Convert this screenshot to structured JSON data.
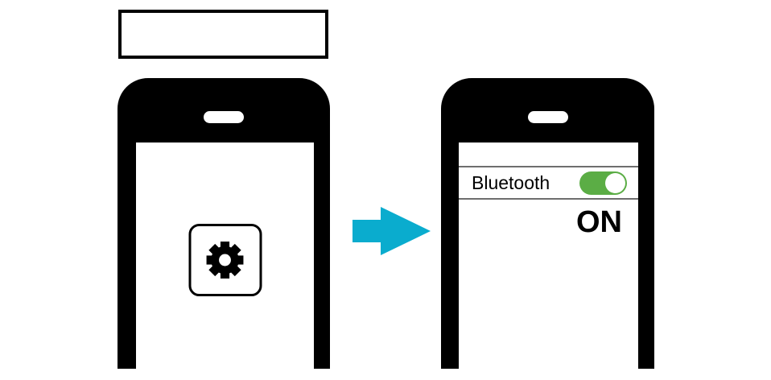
{
  "colors": {
    "phone-black": "#000000",
    "arrow-cyan": "#0aacce",
    "toggle-green": "#5bad45",
    "row-line": "#6e6e6e"
  },
  "title_box": {
    "text": ""
  },
  "left_phone": {
    "screen": {
      "app_button": {
        "icon": "gear-icon"
      }
    }
  },
  "arrow": {
    "direction": "right",
    "icon": "arrow-right-icon"
  },
  "right_phone": {
    "screen": {
      "bluetooth_row": {
        "label": "Bluetooth",
        "toggle": {
          "state": "on"
        }
      },
      "status_text": "ON"
    }
  }
}
